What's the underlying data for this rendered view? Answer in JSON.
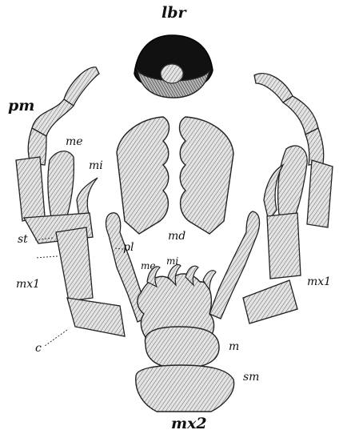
{
  "labels": {
    "lbr": "lbr",
    "pm": "pm",
    "me_left": "me",
    "mi_left": "mi",
    "st": "st",
    "mx1_left": "mx1",
    "c": "c",
    "pl": "pl",
    "md": "md",
    "me_center": "me",
    "mi_center": "mi",
    "m": "m",
    "sm": "sm",
    "mx1_right": "mx1",
    "mx2": "mx2"
  }
}
